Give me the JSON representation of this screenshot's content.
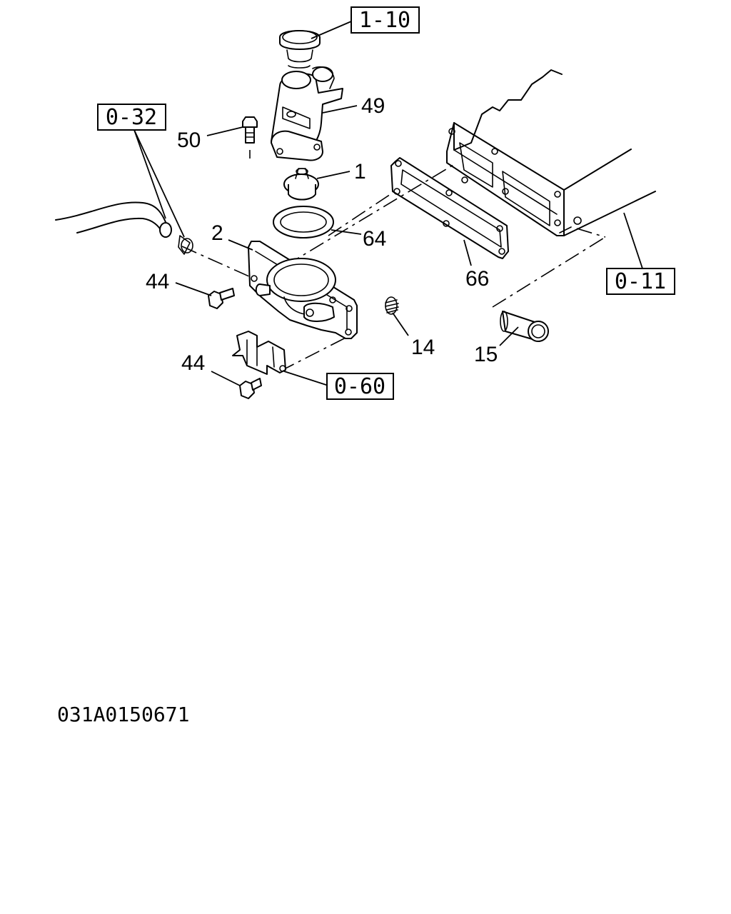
{
  "diagram": {
    "reference_boxes": [
      "1-10",
      "0-32",
      "0-11",
      "0-60"
    ],
    "part_numbers": {
      "p49": "49",
      "p50": "50",
      "p1": "1",
      "p2": "2",
      "p64": "64",
      "p66": "66",
      "p44a": "44",
      "p44b": "44",
      "p14": "14",
      "p15": "15"
    },
    "drawing_code": "031A0150671"
  }
}
